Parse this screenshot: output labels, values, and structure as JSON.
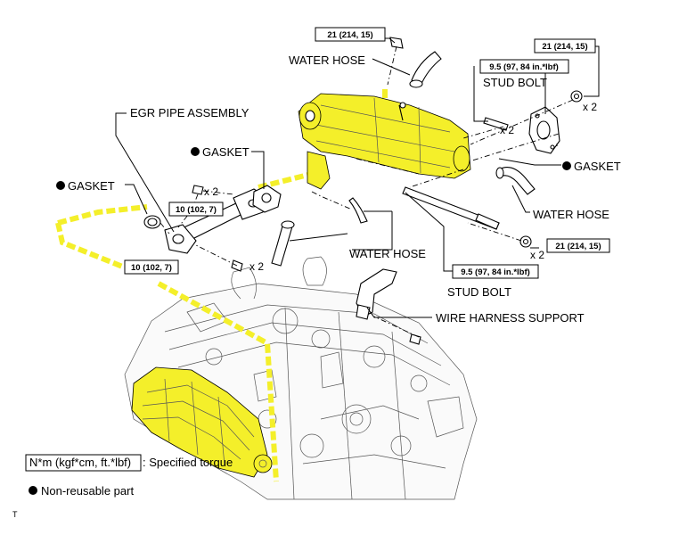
{
  "labels": {
    "water_hose_top": "WATER HOSE",
    "stud_bolt_top": "STUD BOLT",
    "egr_pipe_assembly": "EGR PIPE ASSEMBLY",
    "gasket_center": "GASKET",
    "gasket_left": "GASKET",
    "gasket_right": "GASKET",
    "water_hose_right": "WATER HOSE",
    "water_hose_mid": "WATER HOSE",
    "stud_bolt_bottom": "STUD BOLT",
    "wire_harness_support": "WIRE HARNESS SUPPORT"
  },
  "torques": {
    "t1": "21 (214, 15)",
    "t2": "21 (214, 15)",
    "t3": "9.5 (97, 84 in.*lbf)",
    "t4": "10 (102, 7)",
    "t5": "10 (102, 7)",
    "t6": "21 (214, 15)",
    "t7": "9.5 (97, 84 in.*lbf)"
  },
  "quantities": {
    "q1": "x 2",
    "q2": "x 2",
    "q3": "x 2",
    "q4": "x 2",
    "q5": "x 2"
  },
  "legend": {
    "torque_box": "N*m (kgf*cm, ft.*lbf)",
    "torque_text": ": Specified torque",
    "nonreusable_text": "Non-reusable part"
  },
  "corner_mark": "T",
  "colors": {
    "highlight": "#f4ef2a",
    "line": "#000000"
  }
}
